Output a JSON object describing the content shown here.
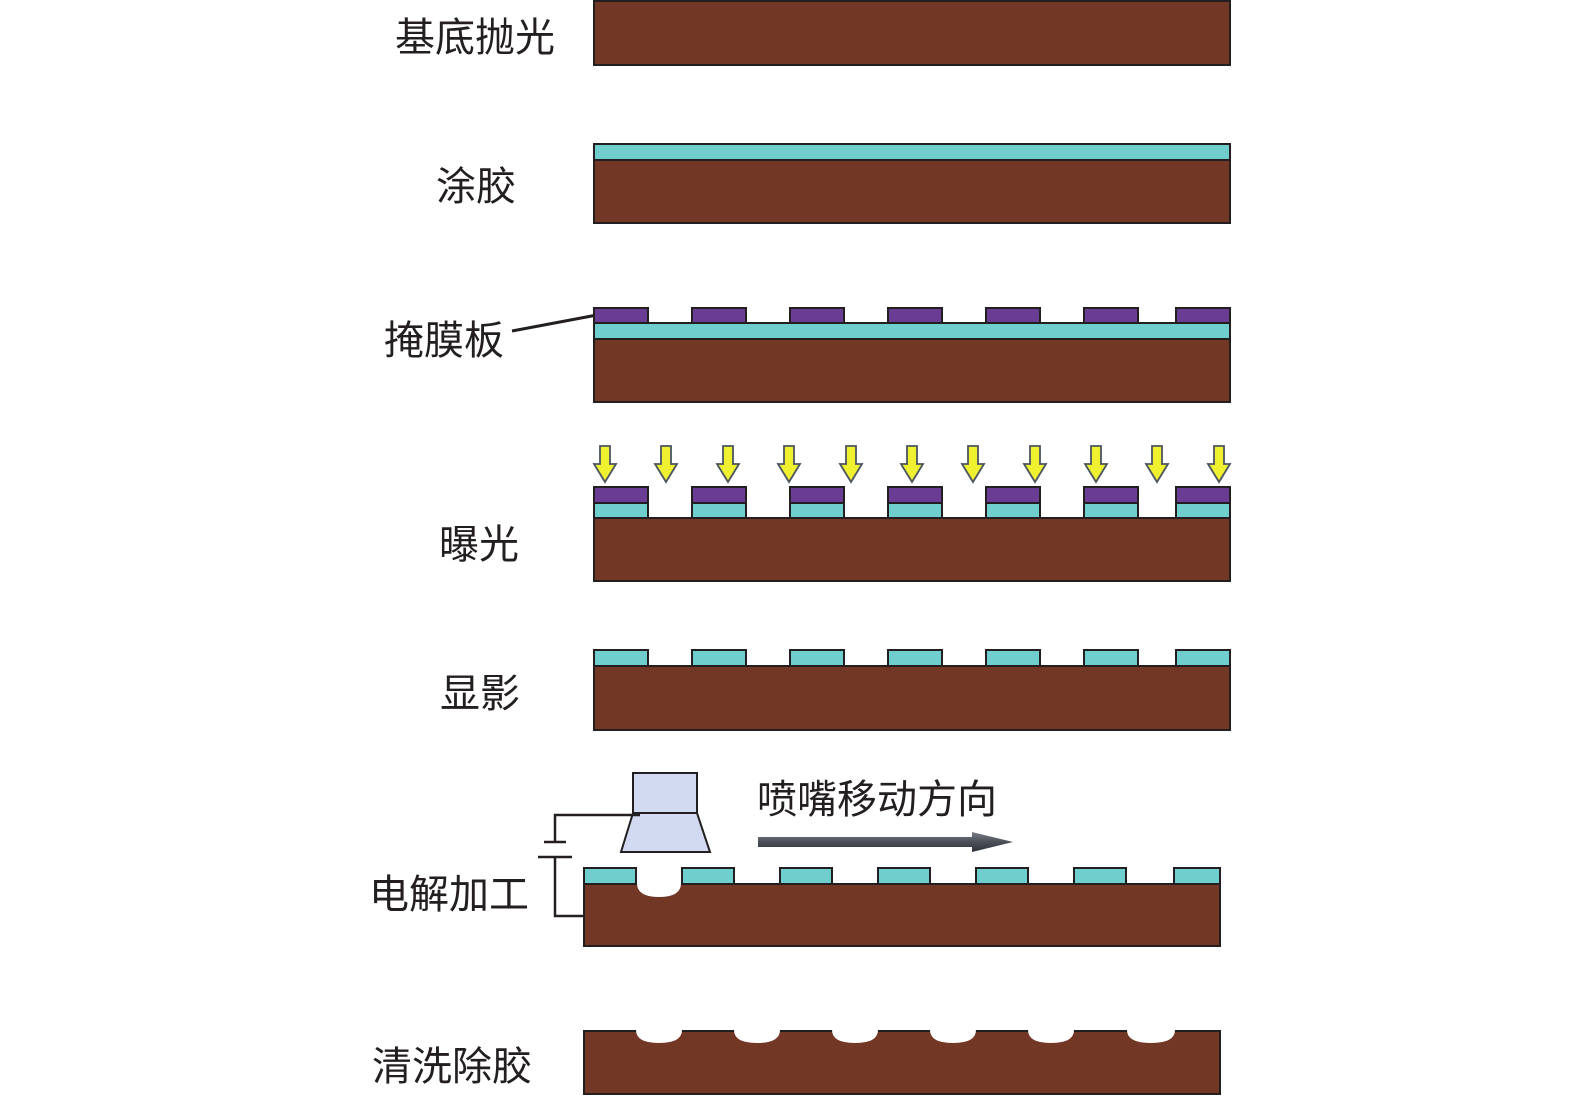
{
  "steps": [
    {
      "id": "polish",
      "label": "基底抛光"
    },
    {
      "id": "coat",
      "label": "涂胶"
    },
    {
      "id": "mask",
      "label": "掩膜板"
    },
    {
      "id": "expose",
      "label": "曝光"
    },
    {
      "id": "develop",
      "label": "显影"
    },
    {
      "id": "ecm",
      "label": "电解加工"
    },
    {
      "id": "clean",
      "label": "清洗除胶"
    }
  ],
  "annotations": {
    "nozzle_direction": "喷嘴移动方向"
  },
  "colors": {
    "substrate": "#733726",
    "photoresist": "#6ecfcd",
    "mask": "#6a3c93",
    "light_arrow": "#eef030",
    "nozzle": "#d1daf0",
    "direction_arrow": "#4b4f58",
    "outline": "#231f20"
  }
}
